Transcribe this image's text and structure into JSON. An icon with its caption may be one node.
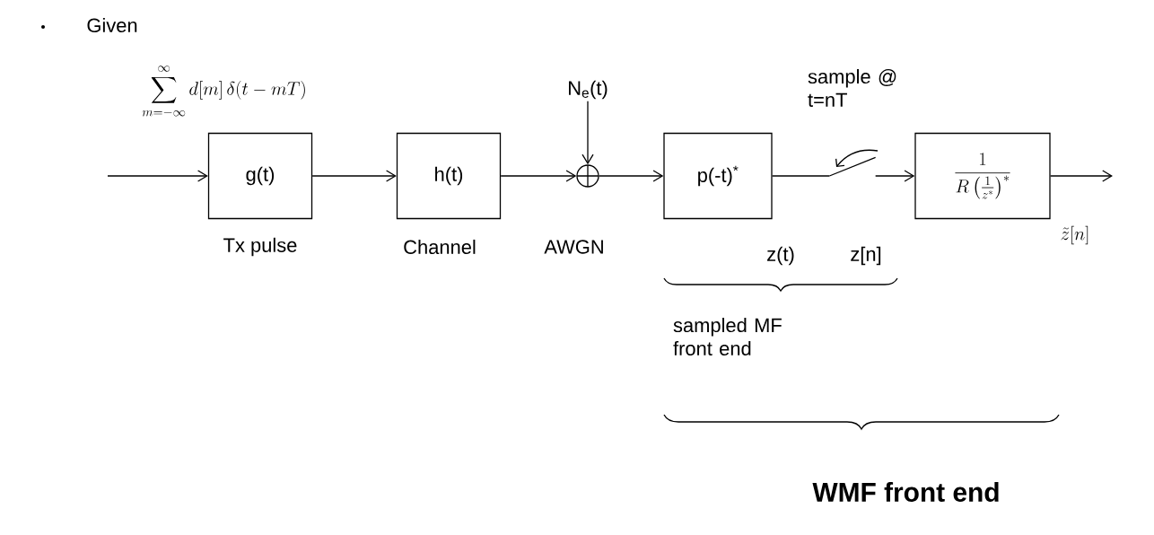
{
  "diagram": {
    "nodes": [
      {
        "text": [
          "g(t)"
        ],
        "beside": [
          "Tx pulse"
        ]
      },
      {
        "text": [
          "h(t)"
        ],
        "beside": [
          "Channel"
        ]
      },
      {
        "text": [],
        "shape": "circle",
        "beside": [
          "AWGN"
        ]
      },
      {
        "text": [
          "N$_{e}$(t)"
        ]
      },
      {
        "text": [
          "p(-t)$^{*}$"
        ],
        "beside": [
          "z(t)"
        ]
      },
      {
        "text": [],
        "shape": "switch"
      },
      {
        "text": [
          "\\frac{1}{R\\left(\\frac{1}{z^{*}}\\right)^{*}}"
        ],
        "beside": [
          "\\tilde{z}[n]"
        ]
      }
    ],
    "edges": [
      {
        "from": null,
        "to": 0,
        "arrow": "to"
      },
      {
        "from": 0,
        "to": 1,
        "arrow": "to"
      },
      {
        "from": 1,
        "to": 2,
        "arrow": "to"
      },
      {
        "from": 3,
        "to": 2,
        "arrow": "to"
      },
      {
        "from": 2,
        "to": 4,
        "arrow": "to"
      },
      {
        "from": 4,
        "to": 5,
        "arrow": "none"
      },
      {
        "from": 5,
        "to": 6,
        "arrow": "to"
      },
      {
        "from": 6,
        "to": null,
        "arrow": "to"
      }
    ],
    "labels": [
      "Given",
      "\\sum_{m=-\\infty}^{\\infty} d[m]\\,\\delta(t-mT)",
      "sample @ t=nT",
      "z[n]",
      "sampled MF front end",
      "WMF front end"
    ]
  }
}
